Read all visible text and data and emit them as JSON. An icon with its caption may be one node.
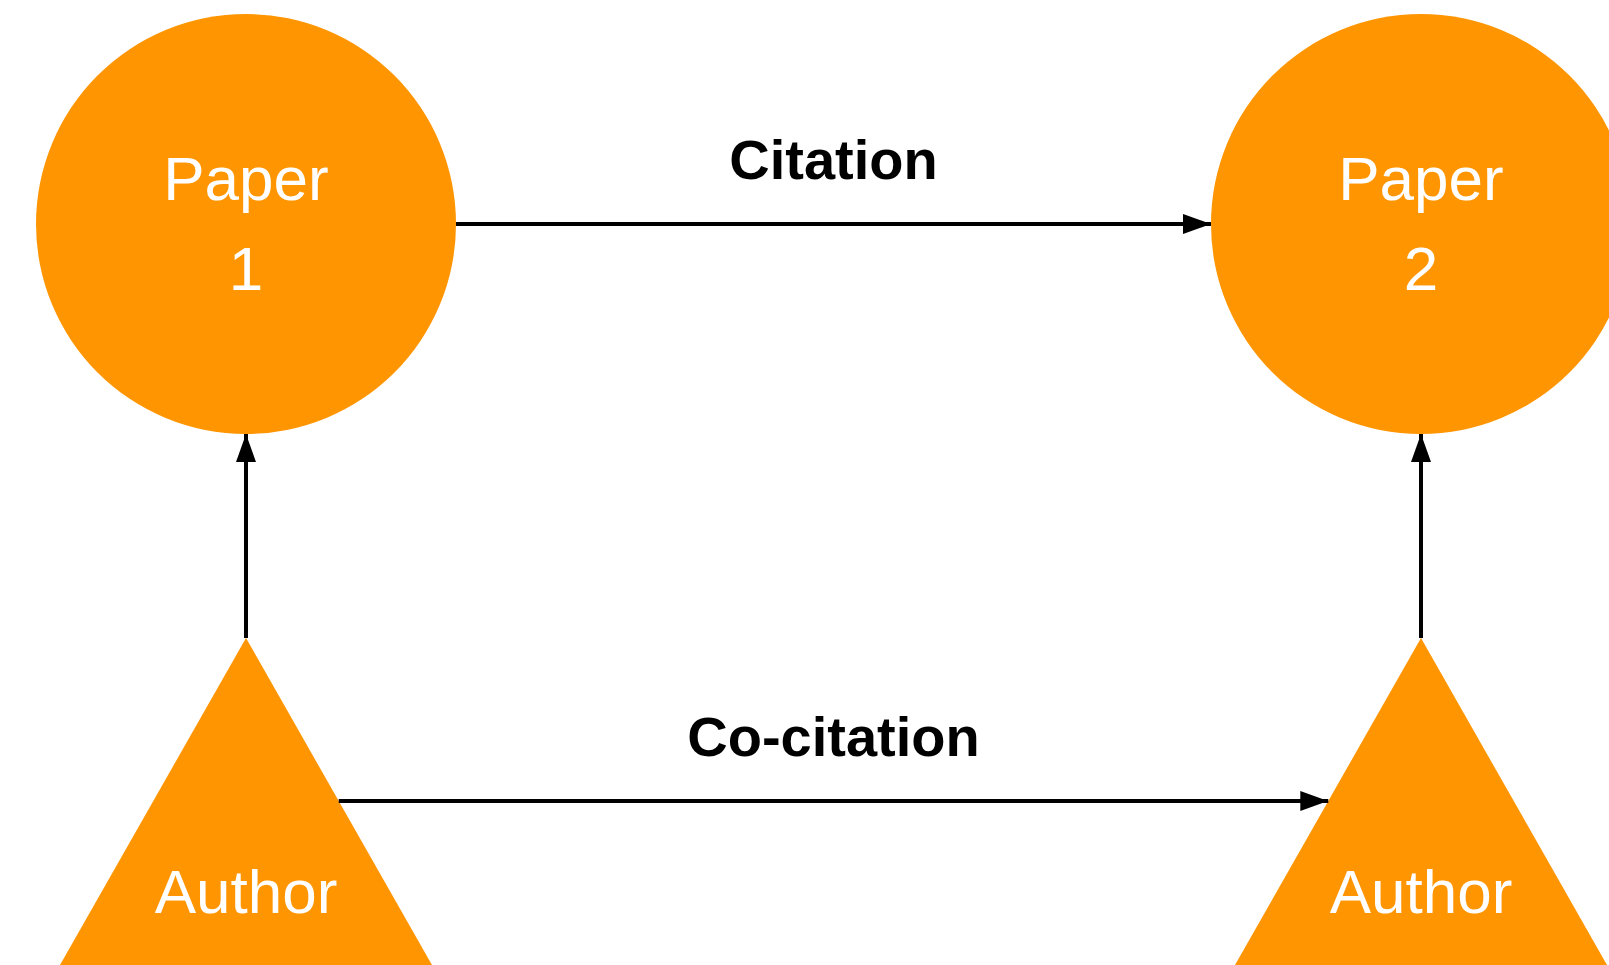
{
  "diagram": {
    "nodes": [
      {
        "text": [
          "Paper 1"
        ]
      },
      {
        "text": [
          "Paper 2"
        ]
      },
      {
        "text": [
          "Author"
        ]
      },
      {
        "text": [
          "Author"
        ]
      }
    ],
    "edges": [
      {
        "from": 0,
        "to": 1,
        "arrow": "to",
        "label": "Citation"
      },
      {
        "from": 2,
        "to": 3,
        "arrow": "to",
        "label": "Co-citation"
      },
      {
        "from": 2,
        "to": 0,
        "arrow": "to"
      },
      {
        "from": 3,
        "to": 1,
        "arrow": "to"
      }
    ]
  }
}
